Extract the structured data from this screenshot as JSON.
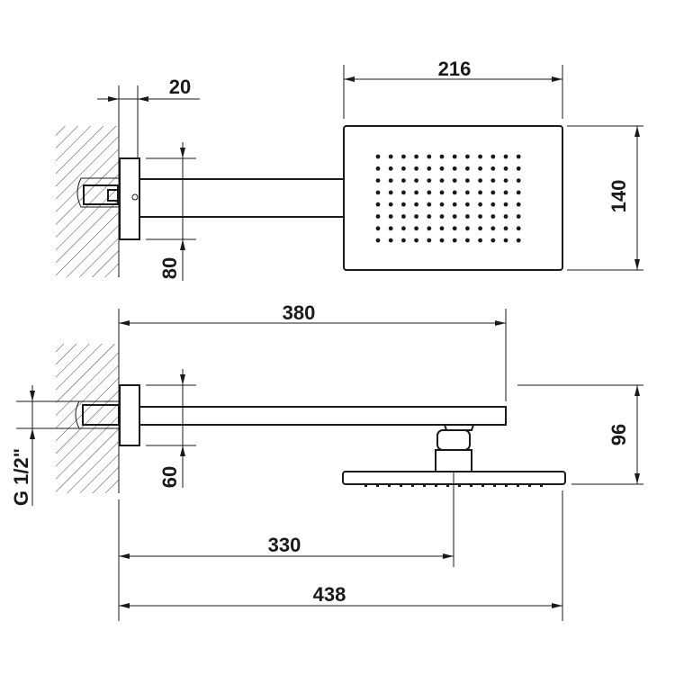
{
  "dimensions": {
    "panel_width": "216",
    "wall_offset": "20",
    "panel_height": "140",
    "flange_height_top": "80",
    "arm_length": "380",
    "drop_height": "96",
    "flange_height_side": "60",
    "thread": "G 1/2\"",
    "head_center": "330",
    "overall_length": "438"
  },
  "colors": {
    "line": "#1a1a1a",
    "background": "#ffffff"
  }
}
